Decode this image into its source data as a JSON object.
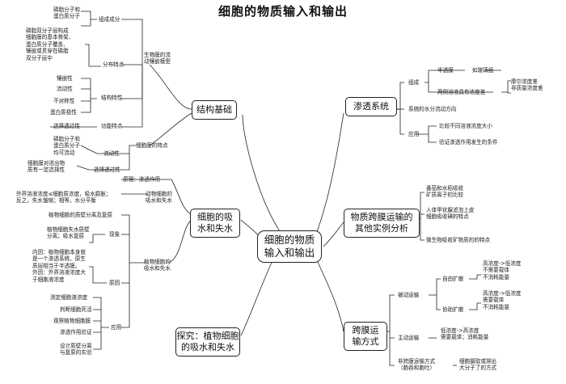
{
  "title": "细胞的物质输入和输出",
  "center": "细胞的物质\n输入和输出",
  "branches": {
    "structure": "结构基础",
    "osmosis": "渗透系统",
    "water": "细胞的吸\n水和失水",
    "examples": "物质跨膜运输的\n其他实例分析",
    "explore": "探究：植物细胞\n的吸水和失水",
    "transport": "跨膜运\n输方式"
  },
  "structure": {
    "fluid_mosaic": "生物膜的流\n动镶嵌模型",
    "composition": "组成成分",
    "composition_items": "磷脂分子和\n蛋白质分子",
    "distribution": "分布特点",
    "distribution_desc": "磷脂双分子层构成\n细胞膜的基本骨架、\n蛋白质分子覆盖、\n镶嵌或贯穿在磷脂\n双分子层中",
    "structural": "结构特性",
    "structural_items": [
      "镶嵌性",
      "流动性",
      "不对称性",
      "蛋白质极性"
    ],
    "functional": "功能特点",
    "functional_item": "选择透过性",
    "membrane": "细胞膜的特点",
    "fluidity": "流动性",
    "fluidity_desc": "磷脂分子和\n蛋白质分子\n均可流动",
    "selective": "选择透过性",
    "selective_desc": "细胞膜对进出物\n质有一定选择性"
  },
  "osmosis": {
    "components": "组成",
    "semi": "半透膜",
    "semi_example": "如玻璃纸",
    "conc_diff": "两侧溶液具有浓度差",
    "conc_types": "摩尔浓度差\n非质量浓度差",
    "direction": "系统的水分流动方向",
    "app": "应用",
    "app1": "比较不同溶液浓度大小",
    "app2": "验证渗透作用发生的条件"
  },
  "water": {
    "principle": "原理：渗透作用",
    "animal": "动物细胞的\n吸水和失水",
    "animal_desc": "外界溶液浓度≤细胞质浓度，吸水膨胀；\n反之，失水皱缩；相等，水分平衡",
    "plant": "植物细胞的\n吸水和失水",
    "plant_sep": "植物细胞的质壁分离及复原",
    "phenomenon": "现象",
    "phen_desc": "植物细胞失水质壁\n分离；吸水复原",
    "cause": "原因",
    "cause_desc": "内因：植物细胞本身就\n是一个渗透系统，原生\n质层相当于半透膜。\n外因：外界溶液浓度大\n于细胞液浓度",
    "use": "应用",
    "uses": [
      "测定细胞液浓度",
      "判断细胞死活",
      "观察植物细胞膜",
      "渗透作用验证",
      "设计质壁分离\n与复原的实验"
    ]
  },
  "examples": {
    "ex1": "番茄和水稻吸收\n矿质离子的比较",
    "ex2": "人体甲状腺滤泡上皮\n细胞吸收碘的特点",
    "ex3": "微生物吸收矿物质的的特点"
  },
  "transport": {
    "passive": "被动运输",
    "free": "自由扩散",
    "free_desc": "高浓度->低浓度\n不需要载体\n不消耗能量",
    "facilitated": "协助扩散",
    "fac_desc": "高浓度->低浓度\n需要载体\n不消耗能量",
    "active": "主动运输",
    "active_desc": "低浓度->高浓度\n需要载体；消耗能量",
    "nonmembrane": "非跨膜运输方式\n（胞吞和胞吐）",
    "nonmembrane_desc": "细胞摄取或排出\n大分子了的方式"
  }
}
